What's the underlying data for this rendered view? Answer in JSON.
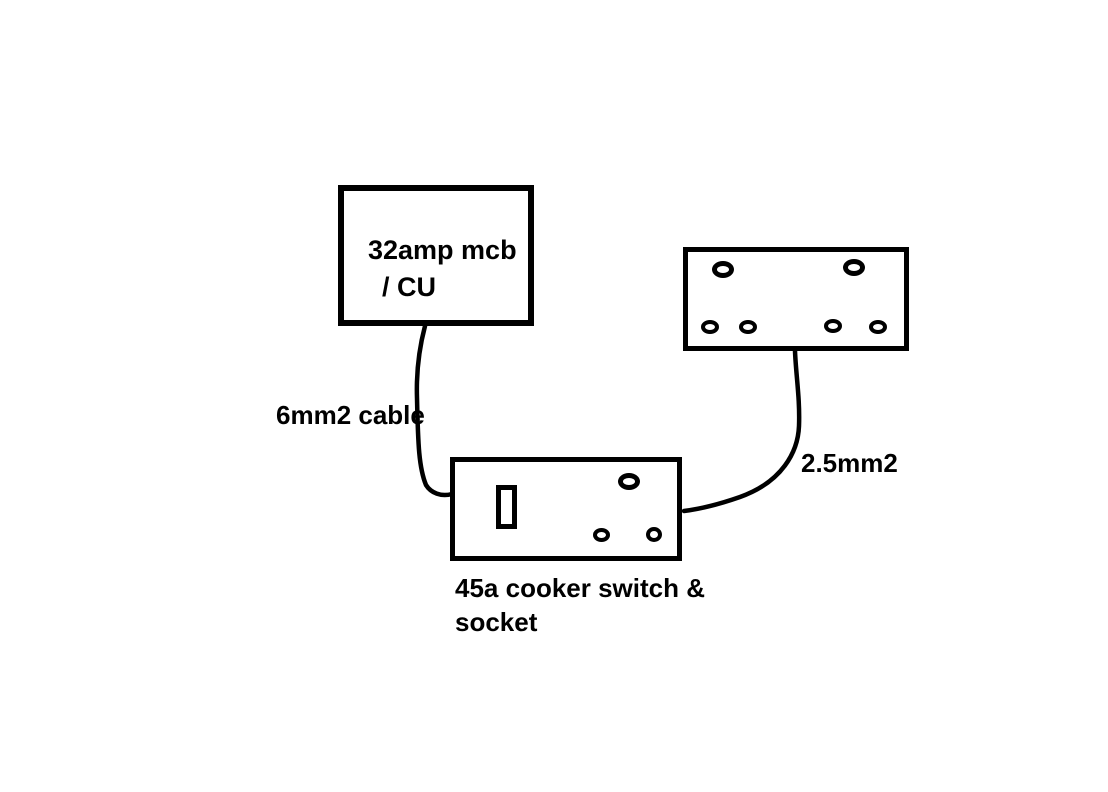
{
  "canvas": {
    "background": "#ffffff",
    "ink": "#000000"
  },
  "nodes": {
    "mcb": {
      "line1": "32amp mcb",
      "line2": "/ CU"
    },
    "cooker_switch": {
      "caption_line1": "45a cooker switch &",
      "caption_line2": "socket"
    }
  },
  "wires": {
    "left_cable": {
      "label": "6mm2 cable"
    },
    "right_cable": {
      "label": "2.5mm2"
    }
  }
}
